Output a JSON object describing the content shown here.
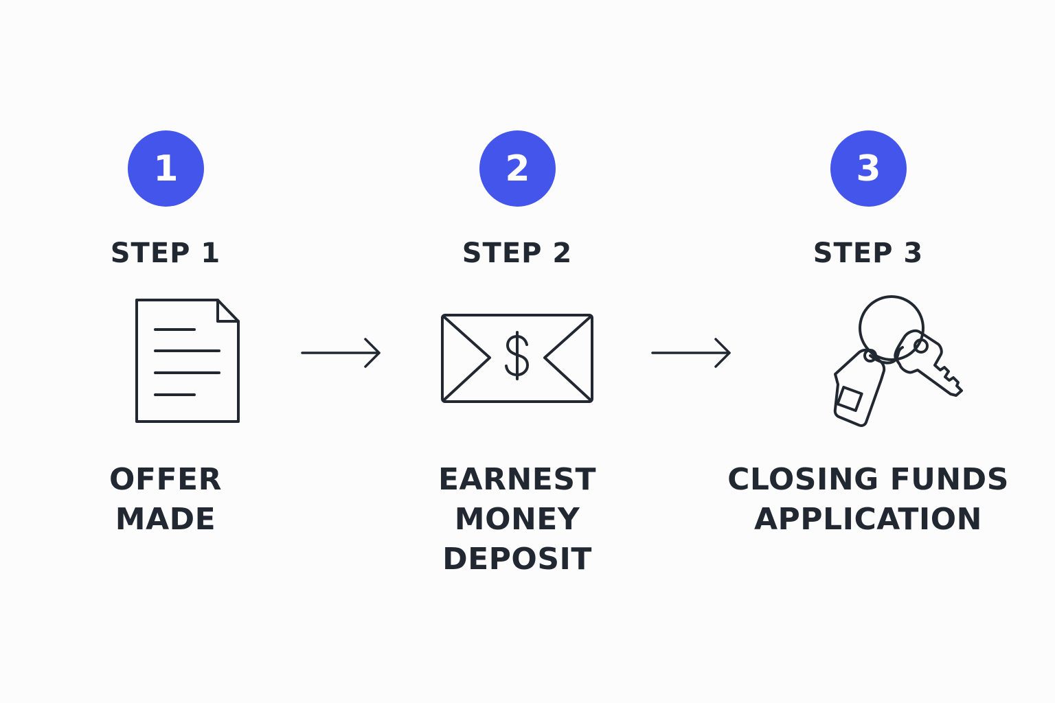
{
  "colors": {
    "accent": "#4355eb",
    "ink": "#222831",
    "background": "#fcfcfc"
  },
  "steps": [
    {
      "number": "1",
      "label": "STEP 1",
      "icon": "document-icon",
      "title_lines": [
        "OFFER",
        "MADE"
      ]
    },
    {
      "number": "2",
      "label": "STEP 2",
      "icon": "money-envelope-icon",
      "title_lines": [
        "EARNEST",
        "MONEY",
        "DEPOSIT"
      ]
    },
    {
      "number": "3",
      "label": "STEP 3",
      "icon": "house-keys-icon",
      "title_lines": [
        "CLOSING FUNDS",
        "APPLICATION"
      ]
    }
  ]
}
